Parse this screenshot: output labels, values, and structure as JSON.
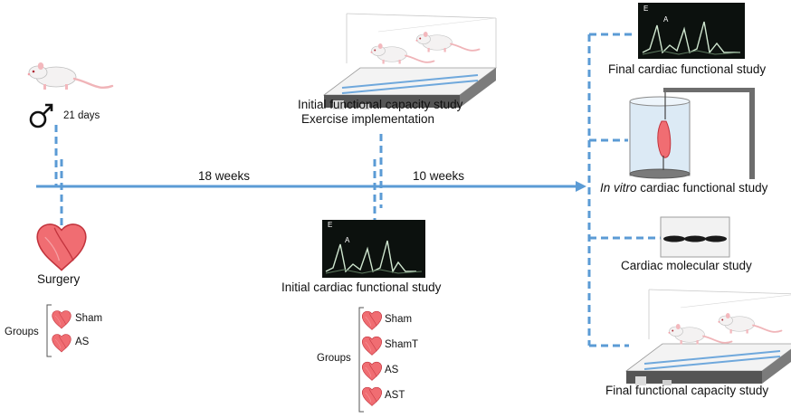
{
  "colors": {
    "timeline": "#5b9bd5",
    "heart": "#f06d72",
    "heart_dark": "#c2343d",
    "echo_bg": "#0c110e",
    "echo_signal": "#cfe6cf"
  },
  "icons": [
    "rat-icon",
    "male-symbol-icon",
    "heart-icon",
    "echo-trace-icon",
    "treadmill-rats-icon",
    "organ-bath-icon",
    "western-blot-icon"
  ],
  "timeline": {
    "age_label": "21 days",
    "interval_1": "18 weeks",
    "interval_2": "10 weeks"
  },
  "left": {
    "surgery_label": "Surgery",
    "groups_label": "Groups",
    "groups": [
      "Sham",
      "AS"
    ]
  },
  "middle": {
    "capacity_label_line1": "Initial functional capacity study",
    "capacity_label_line2": "Exercise implementation",
    "cardiac_label": "Initial cardiac functional study",
    "echo_peak_labels": [
      "E",
      "A"
    ],
    "groups_label": "Groups",
    "groups": [
      "Sham",
      "ShamT",
      "AS",
      "AST"
    ]
  },
  "right": {
    "final_cardiac": "Final cardiac functional study",
    "in_vitro_prefix": "In vitro",
    "in_vitro_suffix": " cardiac functional study",
    "molecular": "Cardiac molecular study",
    "final_capacity": "Final functional capacity study",
    "echo_peak_labels": [
      "E",
      "A"
    ]
  }
}
